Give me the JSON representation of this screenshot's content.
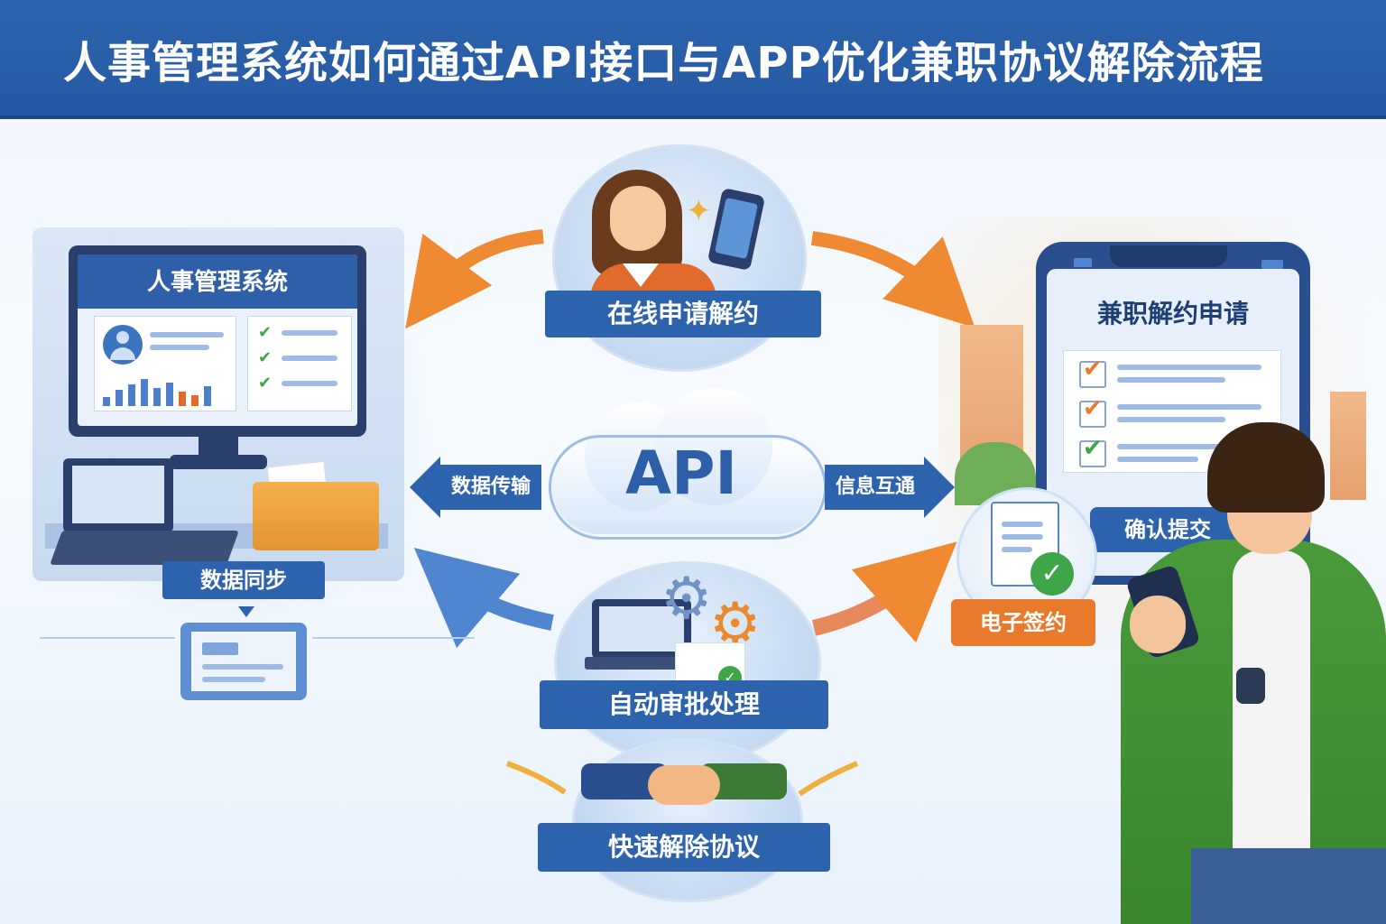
{
  "header": {
    "title": "人事管理系统如何通过API接口与APP优化兼职协议解除流程"
  },
  "left_panel": {
    "monitor_title": "人事管理系统",
    "sync_label": "数据同步"
  },
  "top_step": {
    "label": "在线申请解约"
  },
  "api_hub": {
    "center_text": "API",
    "left_arrow_label": "数据传输",
    "right_arrow_label": "信息互通"
  },
  "bottom_steps": {
    "auto_label": "自动审批处理",
    "quick_label": "快速解除协议"
  },
  "right_panel": {
    "phone_title": "兼职解约申请",
    "confirm_label": "确认提交",
    "esign_label": "电子签约"
  },
  "colors": {
    "brand_blue": "#2d63ad",
    "accent_orange": "#ea7a2b",
    "success_green": "#3ea548"
  },
  "icons": [
    "avatar-icon",
    "check-icon",
    "bar-chart-icon",
    "folder-icon",
    "laptop-icon",
    "phone-icon",
    "gear-icon",
    "handshake-icon",
    "document-icon",
    "cloud-icon"
  ]
}
